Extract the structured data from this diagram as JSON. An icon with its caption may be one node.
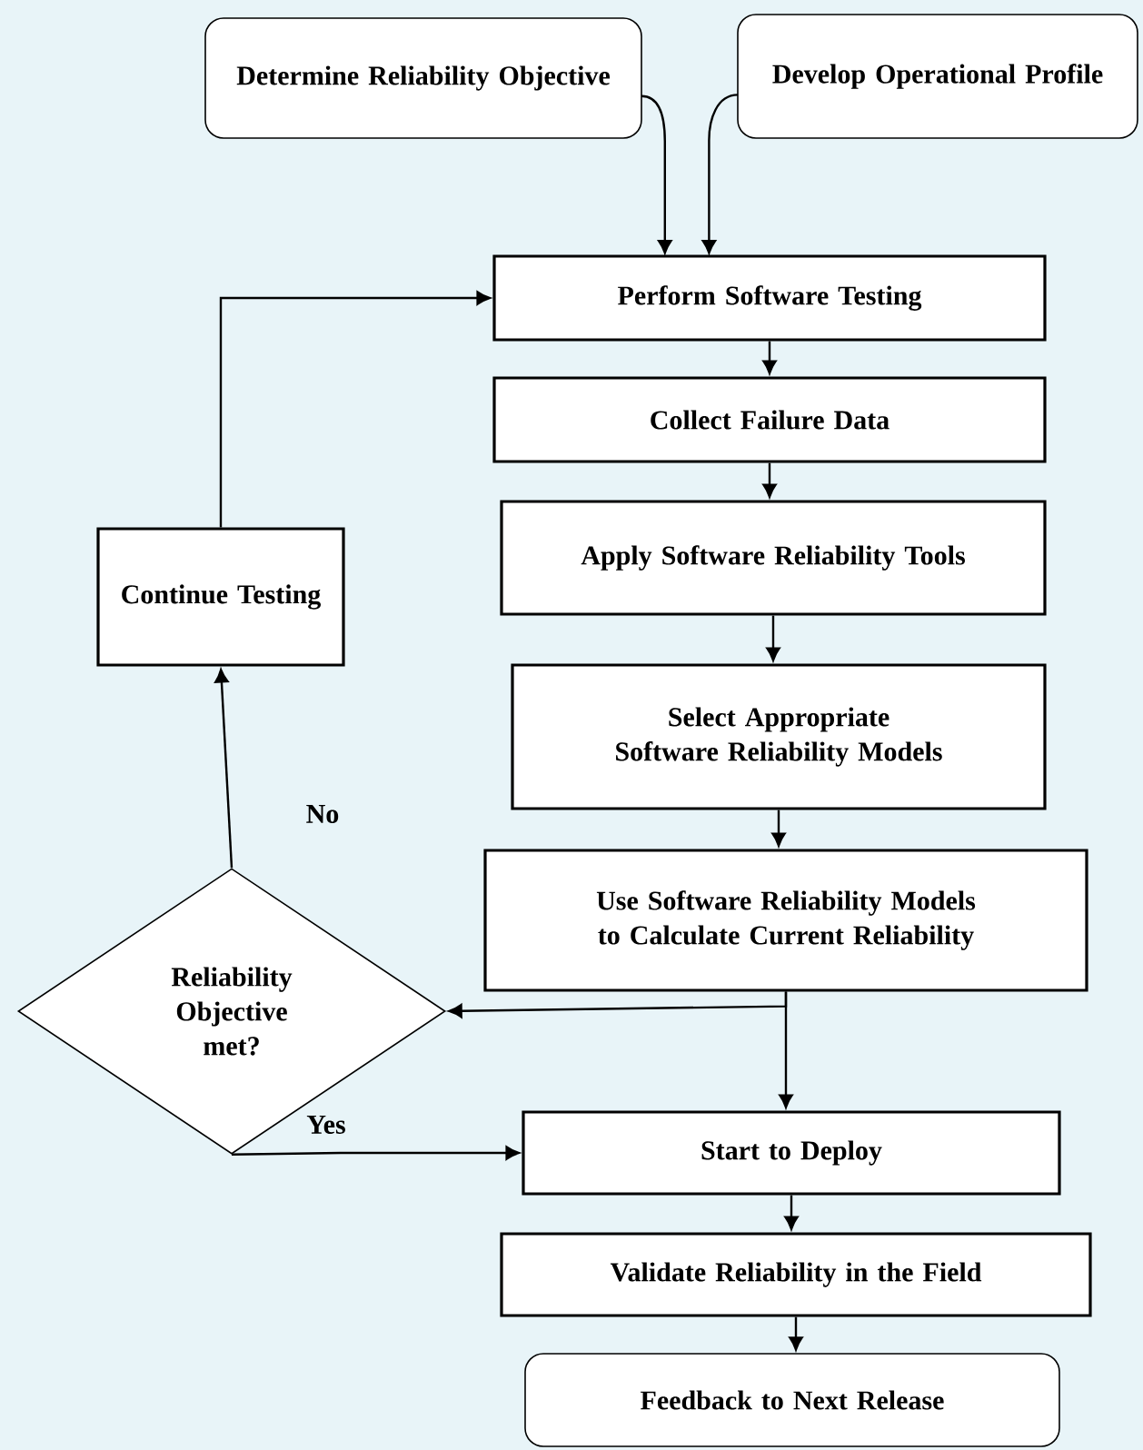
{
  "diagram": {
    "nodes": [
      {
        "text": [
          "Determine Reliability Objective"
        ]
      },
      {
        "text": [
          "Develop Operational Profile"
        ]
      },
      {
        "text": [
          "Perform Software Testing"
        ]
      },
      {
        "text": [
          "Collect Failure Data"
        ]
      },
      {
        "text": [
          "Apply Software Reliability Tools"
        ]
      },
      {
        "text": [
          "Select Appropriate Software Reliability Models"
        ]
      },
      {
        "text": [
          "Use Software Reliability Models to Calculate Current Reliability"
        ]
      },
      {
        "text": [
          "Reliability Objective met?"
        ]
      },
      {
        "text": [
          "Continue Testing"
        ]
      },
      {
        "text": [
          "Start to Deploy"
        ]
      },
      {
        "text": [
          "Validate Reliability in the Field"
        ]
      },
      {
        "text": [
          "Feedback to Next Release"
        ]
      }
    ],
    "edges": [
      {
        "from": 0,
        "to": 2,
        "arrow": "to"
      },
      {
        "from": 1,
        "to": 2,
        "arrow": "to"
      },
      {
        "from": 2,
        "to": 3,
        "arrow": "to"
      },
      {
        "from": 3,
        "to": 4,
        "arrow": "to"
      },
      {
        "from": 4,
        "to": 5,
        "arrow": "to"
      },
      {
        "from": 5,
        "to": 6,
        "arrow": "to"
      },
      {
        "from": 6,
        "to": 7,
        "arrow": "to"
      },
      {
        "from": 6,
        "to": 9,
        "arrow": "to"
      },
      {
        "from": 7,
        "to": 8,
        "arrow": "to",
        "label": "No"
      },
      {
        "from": 8,
        "to": 2,
        "arrow": "to"
      },
      {
        "from": 7,
        "to": 9,
        "arrow": "to",
        "label": "Yes"
      },
      {
        "from": 9,
        "to": 10,
        "arrow": "to"
      },
      {
        "from": 10,
        "to": 11,
        "arrow": "to"
      }
    ]
  }
}
